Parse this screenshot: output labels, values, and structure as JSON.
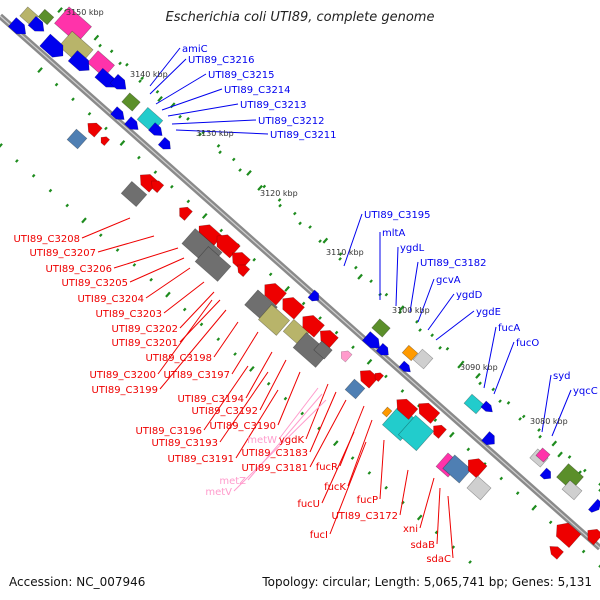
{
  "title": "Escherichia coli UTI89, complete genome",
  "footer": {
    "accession": "Accession: NC_007946",
    "summary": "Topology: circular; Length: 5,065,741 bp; Genes: 5,131"
  },
  "colors": {
    "backbone": "#8a8a8a",
    "forward": "#0000ee",
    "reverse": "#ee0000",
    "rna": "#ff9bcc",
    "tick": "#1e8c1e",
    "pink": "#ff33aa",
    "olive": "#b8b46a",
    "cyan": "#22cccc",
    "steel": "#4f7fb3",
    "orange": "#ff9a00",
    "gray": "#6f6f6f",
    "green": "#5b8f2a",
    "lightgray": "#cfcfcf"
  },
  "scale_labels": [
    "3150 kbp",
    "3140 kbp",
    "3130 kbp",
    "3120 kbp",
    "3110 kbp",
    "3100 kbp",
    "3090 kbp",
    "3080 kbp"
  ],
  "genes": {
    "forward": [
      "amiC",
      "UTI89_C3216",
      "UTI89_C3215",
      "UTI89_C3214",
      "UTI89_C3213",
      "UTI89_C3212",
      "UTI89_C3211",
      "UTI89_C3195",
      "mltA",
      "ygdL",
      "UTI89_C3182",
      "gcvA",
      "ygdD",
      "ygdE",
      "fucA",
      "fucO",
      "syd",
      "yqcC"
    ],
    "reverse": [
      "UTI89_C3208",
      "UTI89_C3207",
      "UTI89_C3206",
      "UTI89_C3205",
      "UTI89_C3204",
      "UTI89_C3203",
      "UTI89_C3202",
      "UTI89_C3201",
      "UTI89_C3198",
      "UTI89_C3200",
      "UTI89_C3197",
      "UTI89_C3199",
      "UTI89_C3194",
      "UTI89_C3192",
      "UTI89_C3196",
      "UTI89_C3190",
      "UTI89_C3193",
      "ygdK",
      "UTI89_C3183",
      "UTI89_C3191",
      "UTI89_C3181",
      "fucR",
      "fucK",
      "fucU",
      "fucP",
      "UTI89_C3172",
      "fucI",
      "xni",
      "sdaB",
      "sdaC"
    ],
    "rna": [
      "metW",
      "metZ",
      "metV"
    ]
  }
}
